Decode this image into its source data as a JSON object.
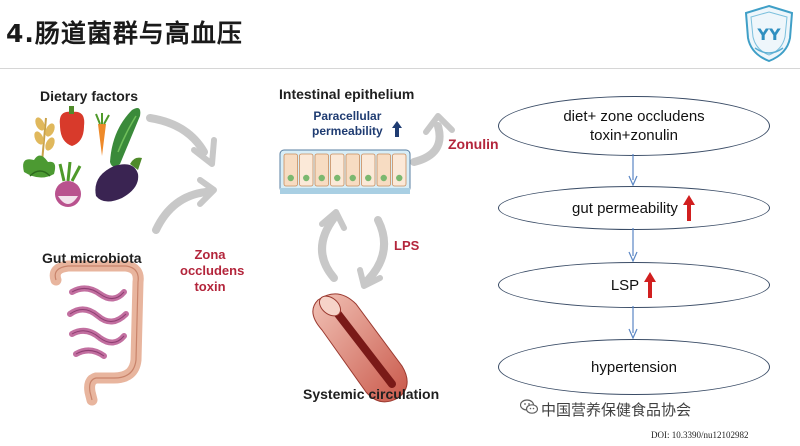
{
  "slide": {
    "title": "4.肠道菌群与高血压",
    "colors": {
      "arrow_gray": "#c8c8c8",
      "label_red": "#b3253b",
      "label_blue": "#1f3c72",
      "flow_border": "#3a4c66",
      "flow_arrow": "#5a86c4",
      "up_arrow_red": "#d11f1f"
    }
  },
  "logo": {
    "icon": "shield-emblem-icon"
  },
  "left_panel": {
    "dietary_factors": "Dietary factors",
    "gut_microbiota": "Gut microbiota",
    "zona_toxin": [
      "Zona",
      "occludens",
      "toxin"
    ]
  },
  "middle_panel": {
    "intestinal_epithelium": "Intestinal epithelium",
    "paracellular_permeability": [
      "Paracellular",
      "permeability"
    ],
    "zonulin": "Zonulin",
    "lps": "LPS",
    "systemic_circulation": "Systemic circulation"
  },
  "flowchart": {
    "nodes": [
      {
        "text": "diet+ zone occludens\ntoxin+zonulin",
        "up_arrow": false
      },
      {
        "text": "gut permeability",
        "up_arrow": true
      },
      {
        "text": "LSP",
        "up_arrow": true
      },
      {
        "text": "hypertension",
        "up_arrow": false
      }
    ]
  },
  "footer": {
    "brand": "中国营养保健食品协会",
    "doi": "DOI: 10.3390/nu12102982",
    "wechat_icon": "wechat-icon"
  }
}
